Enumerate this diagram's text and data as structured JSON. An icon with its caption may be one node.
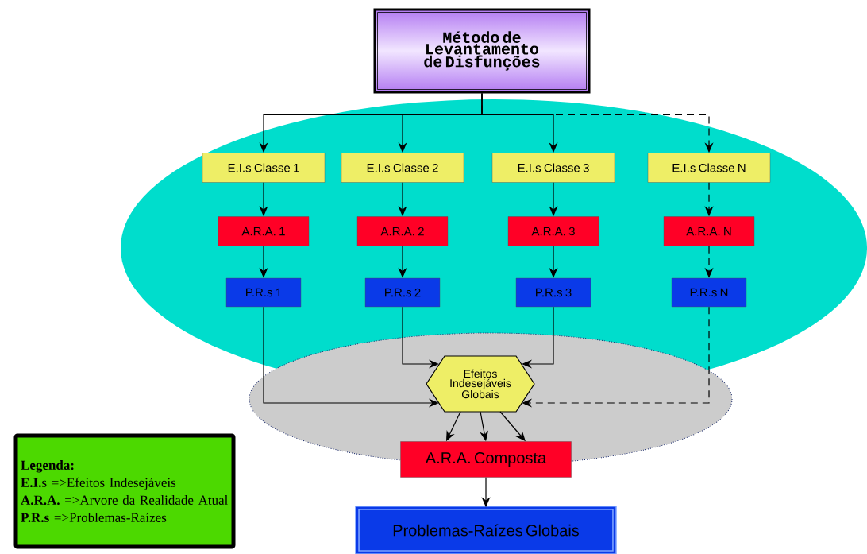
{
  "diagram": {
    "nodes": [
      {
        "text": [
          "Método de Levantamento de Disfunções"
        ]
      },
      {
        "text": [
          "E.I.s Classe 1"
        ]
      },
      {
        "text": [
          "E.I.s Classe 2"
        ]
      },
      {
        "text": [
          "E.I.s Classe 3"
        ]
      },
      {
        "text": [
          "E.I.s Classe N"
        ]
      },
      {
        "text": [
          "A.R.A. 1"
        ]
      },
      {
        "text": [
          "A.R.A. 2"
        ]
      },
      {
        "text": [
          "A.R.A. 3"
        ]
      },
      {
        "text": [
          "A.R.A. N"
        ]
      },
      {
        "text": [
          "P.R.s 1"
        ]
      },
      {
        "text": [
          "P.R.s 2"
        ]
      },
      {
        "text": [
          "P.R.s 3"
        ]
      },
      {
        "text": [
          "P.R.s N"
        ]
      },
      {
        "text": [
          "Efeitos Indesejáveis Globais"
        ]
      },
      {
        "text": [
          "A.R.A. Composta"
        ]
      },
      {
        "text": [
          "Problemas-Raízes Globais"
        ]
      },
      {
        "text": [
          "Legenda:",
          "**E.I.**s =>Efeitos Indesejáveis",
          "**A.R.A.** =>Arvore da Realidade Atual",
          "**P.R.s** =>Problemas-Raízes"
        ]
      }
    ],
    "edges": [
      {
        "from": 0,
        "to": 1,
        "arrow": "to"
      },
      {
        "from": 0,
        "to": 2,
        "arrow": "to"
      },
      {
        "from": 0,
        "to": 3,
        "arrow": "to"
      },
      {
        "from": 0,
        "to": 4,
        "arrow": "to",
        "style": "dashed"
      },
      {
        "from": 1,
        "to": 5,
        "arrow": "to"
      },
      {
        "from": 2,
        "to": 6,
        "arrow": "to"
      },
      {
        "from": 3,
        "to": 7,
        "arrow": "to"
      },
      {
        "from": 4,
        "to": 8,
        "arrow": "to",
        "style": "dashed"
      },
      {
        "from": 5,
        "to": 9,
        "arrow": "to"
      },
      {
        "from": 6,
        "to": 10,
        "arrow": "to"
      },
      {
        "from": 7,
        "to": 11,
        "arrow": "to"
      },
      {
        "from": 8,
        "to": 12,
        "arrow": "to",
        "style": "dashed"
      },
      {
        "from": 9,
        "to": 13,
        "arrow": "to"
      },
      {
        "from": 10,
        "to": 13,
        "arrow": "to"
      },
      {
        "from": 11,
        "to": 13,
        "arrow": "to"
      },
      {
        "from": 12,
        "to": 13,
        "arrow": "to",
        "style": "dashed"
      },
      {
        "from": 13,
        "to": 14,
        "arrow": "to"
      },
      {
        "from": 13,
        "to": 14,
        "arrow": "to"
      },
      {
        "from": 13,
        "to": 14,
        "arrow": "to"
      },
      {
        "from": 14,
        "to": 15,
        "arrow": "to"
      }
    ]
  }
}
